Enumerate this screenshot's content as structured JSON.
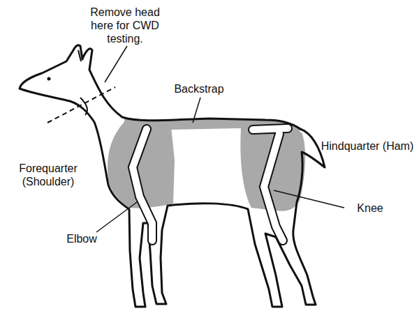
{
  "diagram": {
    "labels": [
      "Remove head here for CWD testing.",
      "Backstrap",
      "Forequarter (Shoulder)",
      "Elbow",
      "Hindquarter (Ham)",
      "Knee"
    ]
  }
}
